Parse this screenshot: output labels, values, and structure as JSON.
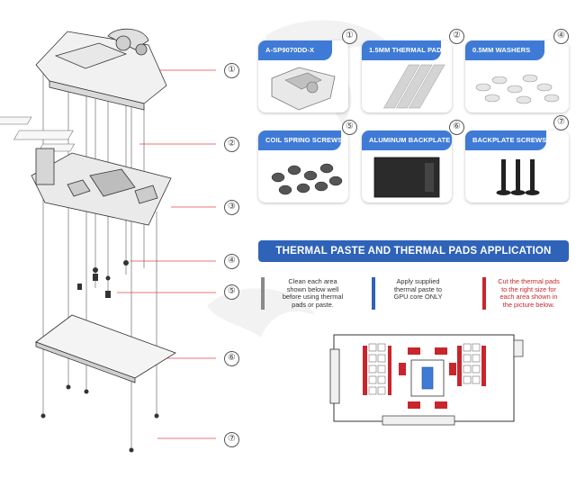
{
  "colors": {
    "card_header": "#3f7bd6",
    "banner": "#2e63b8",
    "bar_gray": "#8a8a8a",
    "bar_blue": "#2e63b8",
    "bar_red": "#c8262c",
    "pad_red": "#c8262c",
    "paste_blue": "#3f7bd6",
    "line_red": "#e0484e",
    "line_gray": "#666666"
  },
  "callouts": [
    "①",
    "②",
    "③",
    "④",
    "⑤",
    "⑥",
    "⑦"
  ],
  "parts": [
    {
      "label": "A-SP9070DD-X",
      "number": "①",
      "icon": "gpu-waterblock-icon"
    },
    {
      "label": "1.5MM THERMAL PAD",
      "number": "②",
      "icon": "thermal-pad-icon"
    },
    {
      "label": "0.5MM WASHERS",
      "number": "④",
      "icon": "washers-icon"
    },
    {
      "label": "COIL SPRING SCREWS",
      "number": "⑤",
      "icon": "spring-screws-icon"
    },
    {
      "label": "ALUMINUM BACKPLATE",
      "number": "⑥",
      "icon": "backplate-icon"
    },
    {
      "label": "BACKPLATE SCREWS",
      "number": "⑦",
      "icon": "backplate-screws-icon"
    }
  ],
  "banner": "THERMAL PASTE AND THERMAL PADS APPLICATION",
  "instructions": [
    {
      "text": "Clean each area\nshown below well\nbefore using thermal\npads or paste.",
      "color": "#8a8a8a",
      "text_color": "#333333"
    },
    {
      "text": "Apply supplied\nthermal paste to\nGPU core ONLY",
      "color": "#2e63b8",
      "text_color": "#333333"
    },
    {
      "text": "Cut the thermal pads\nto the right size for\neach area shown in\nthe picture below.",
      "color": "#c8262c",
      "text_color": "#c8262c"
    }
  ]
}
